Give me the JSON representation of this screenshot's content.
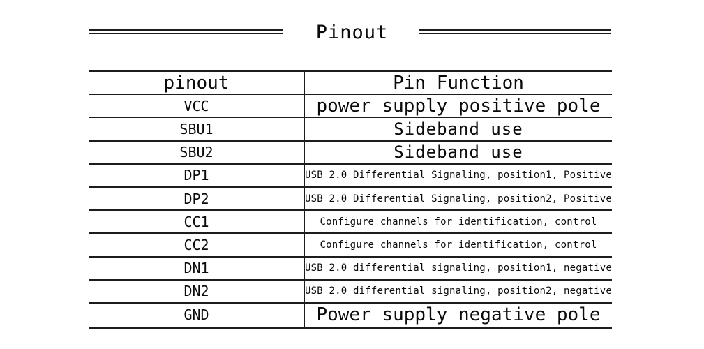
{
  "page": {
    "title": "Pinout",
    "background_color": "#ffffff",
    "line_color": "#1c1c1c",
    "text_color": "#0a0a0a"
  },
  "table": {
    "headers": {
      "pin": "pinout",
      "function": "Pin Function"
    },
    "rows": [
      {
        "pin": "VCC",
        "function": "power supply positive pole"
      },
      {
        "pin": "SBU1",
        "function": "Sideband use"
      },
      {
        "pin": "SBU2",
        "function": "Sideband use"
      },
      {
        "pin": "DP1",
        "function": "USB 2.0 Differential Signaling, position1, Positive"
      },
      {
        "pin": "DP2",
        "function": "USB 2.0 Differential Signaling, position2, Positive"
      },
      {
        "pin": "CC1",
        "function": "Configure channels for identification, control"
      },
      {
        "pin": "CC2",
        "function": "Configure channels for identification, control"
      },
      {
        "pin": "DN1",
        "function": "USB 2.0 differential signaling, position1, negative"
      },
      {
        "pin": "DN2",
        "function": "USB 2.0 differential signaling, position2, negative"
      },
      {
        "pin": "GND",
        "function": "Power supply negative pole"
      }
    ]
  }
}
